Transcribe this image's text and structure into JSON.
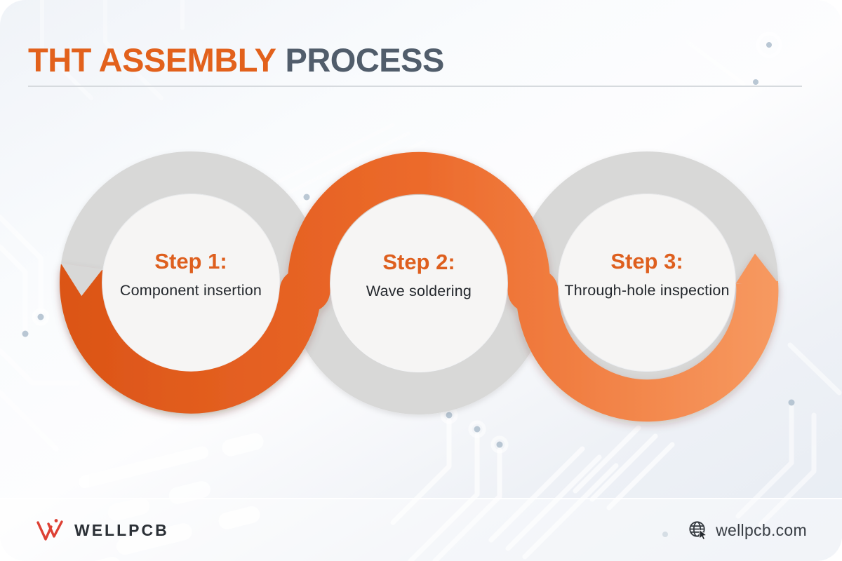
{
  "header": {
    "title_accent": "THT ASSEMBLY",
    "title_rest": "PROCESS"
  },
  "steps": [
    {
      "title": "Step 1:",
      "description": "Component insertion"
    },
    {
      "title": "Step 2:",
      "description": "Wave soldering"
    },
    {
      "title": "Step 3:",
      "description": "Through-hole inspection"
    }
  ],
  "footer": {
    "brand": "WELLPCB",
    "website": "wellpcb.com"
  },
  "icons": {
    "brand_mark": "wellpcb-w-logo",
    "website_icon": "globe-cursor-icon"
  },
  "colors": {
    "accent_orange": "#E2611C",
    "title_slate": "#515D6B",
    "ring_gray": "#D8D8D7",
    "serpentine_start": "#DB5416",
    "serpentine_mid": "#EC6A2B",
    "serpentine_end": "#F79A61",
    "step_heading": "#DE5F1E",
    "step_text": "#24282D",
    "inner_circle": "#F6F5F4",
    "logo_red": "#DD4034"
  }
}
